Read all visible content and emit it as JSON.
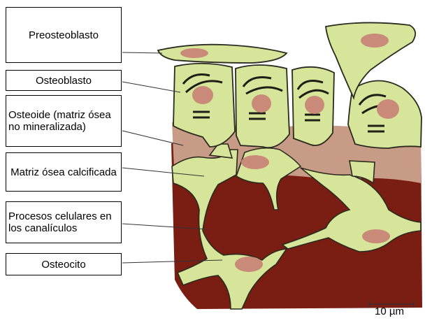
{
  "labels": {
    "preosteoblast": "Preosteoblasto",
    "osteoblast": "Osteoblasto",
    "osteoid": "Osteoide (matriz ósea no mineralizada)",
    "calcified_matrix": "Matriz ósea calcificada",
    "cell_processes": "Procesos celulares en los canalículos",
    "osteocyte": "Osteocito"
  },
  "scale_bar": {
    "label": "10 µm"
  },
  "colors": {
    "cell": "#d6e59a",
    "cell_outline": "#2a2a1e",
    "nucleus": "#c98a7a",
    "osteoid": "#c79b86",
    "calcified_matrix": "#7a1d12",
    "leader_line": "#333333"
  }
}
